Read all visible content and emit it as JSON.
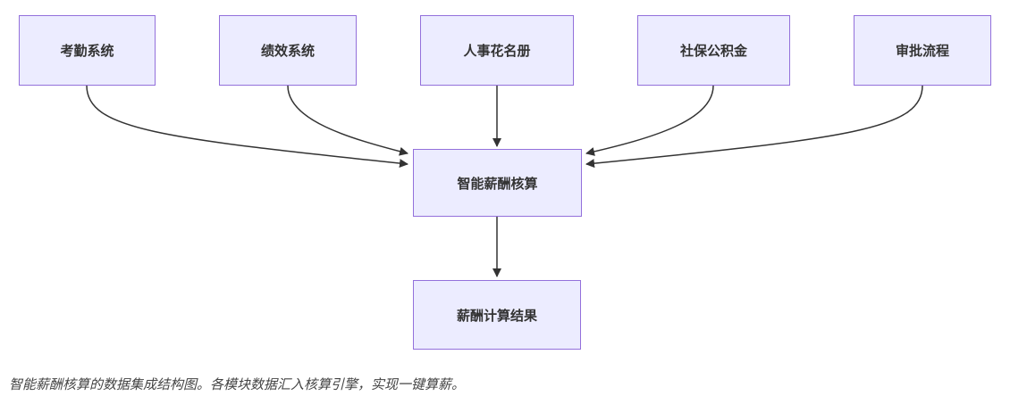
{
  "diagram": {
    "nodes": {
      "attendance": "考勤系统",
      "performance": "绩效系统",
      "roster": "人事花名册",
      "social_insurance": "社保公积金",
      "approval": "审批流程",
      "engine": "智能薪酬核算",
      "result": "薪酬计算结果"
    }
  },
  "caption": "智能薪酬核算的数据集成结构图。各模块数据汇入核算引擎，实现一键算薪。"
}
